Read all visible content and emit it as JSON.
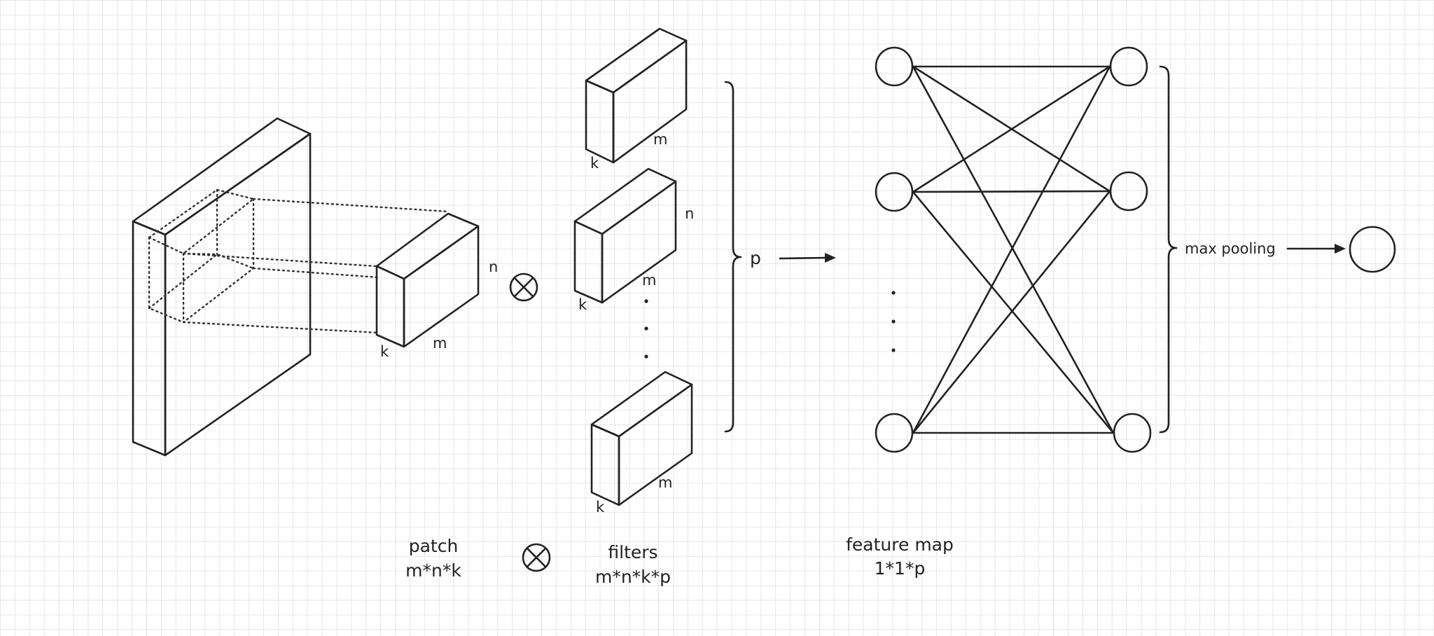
{
  "patch": {
    "dim_n": "n",
    "dim_k": "k",
    "dim_m": "m",
    "caption_line1": "patch",
    "caption_line2": "m*n*k"
  },
  "operator_symbol": "otimes",
  "filters": {
    "boxes": [
      {
        "dim_k": "k",
        "dim_m": "m"
      },
      {
        "dim_n": "n",
        "dim_k": "k",
        "dim_m": "m"
      },
      {
        "dim_k": "k",
        "dim_m": "m"
      }
    ],
    "brace_label": "p",
    "caption_line1": "filters",
    "caption_line2": "m*n*k*p"
  },
  "feature_map": {
    "caption_line1": "feature map",
    "caption_line2": "1*1*p"
  },
  "pooling_label": "max pooling",
  "colors": {
    "stroke": "#222222",
    "grid": "#e6e6e6",
    "background": "#ffffff"
  }
}
